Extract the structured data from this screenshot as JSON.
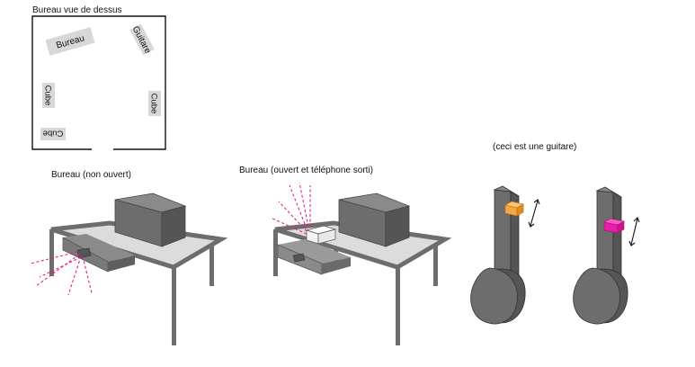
{
  "topview": {
    "title": "Bureau vue de dessus",
    "labels": {
      "bureau": "Bureau",
      "guitare": "Guitare",
      "cube_left": "Cube",
      "cube_right": "Cube",
      "cube_bottom": "Cube"
    }
  },
  "scenes": {
    "closed_label": "Bureau (non ouvert)",
    "open_label": "Bureau (ouvert et téléphone sorti)",
    "guitar_label": "(ceci est une guitare)"
  },
  "colors": {
    "ray": "#e0218a",
    "cube_orange": "#f7a740",
    "cube_pink": "#e81ea6",
    "furniture": "#6d6d6d",
    "top": "#dcdcdc"
  }
}
